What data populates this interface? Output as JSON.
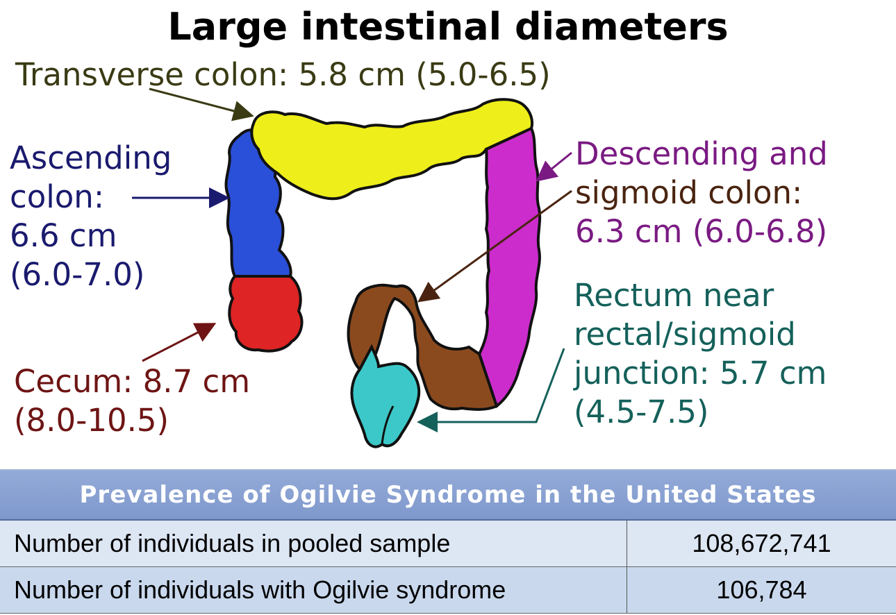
{
  "title": "Large intestinal diameters",
  "labels": {
    "transverse": [
      "Transverse colon: 5.8 cm (5.0-6.5)"
    ],
    "ascending": [
      "Ascending",
      "colon:",
      "6.6 cm",
      "(6.0-7.0)"
    ],
    "cecum": [
      "Cecum: 8.7 cm",
      "(8.0-10.5)"
    ],
    "descending": [
      "Descending and",
      "sigmoid colon:",
      "6.3 cm (6.0-6.8)"
    ],
    "rectum": [
      "Rectum near",
      "rectal/sigmoid",
      "junction: 5.7 cm",
      "(4.5-7.5)"
    ]
  },
  "colors": {
    "transverse": "#eeee1a",
    "ascending": "#2a4fd8",
    "cecum": "#de2424",
    "descending": "#cc2ccc",
    "sigmoid": "#8b4a1e",
    "rectum": "#3cc8c8",
    "transverse_text": "#3a3a14",
    "ascending_text": "#1a1a6e",
    "cecum_text": "#6e1414",
    "descending_text": "#7a1a82",
    "sigmoid_text": "#4a2410",
    "rectum_text": "#14605a"
  },
  "table": {
    "header": "Prevalence of Ogilvie Syndrome in the United States",
    "rows": [
      {
        "label": "Number of individuals in pooled sample",
        "value": "108,672,741"
      },
      {
        "label": "Number of individuals with Ogilvie syndrome",
        "value": "106,784"
      }
    ]
  }
}
